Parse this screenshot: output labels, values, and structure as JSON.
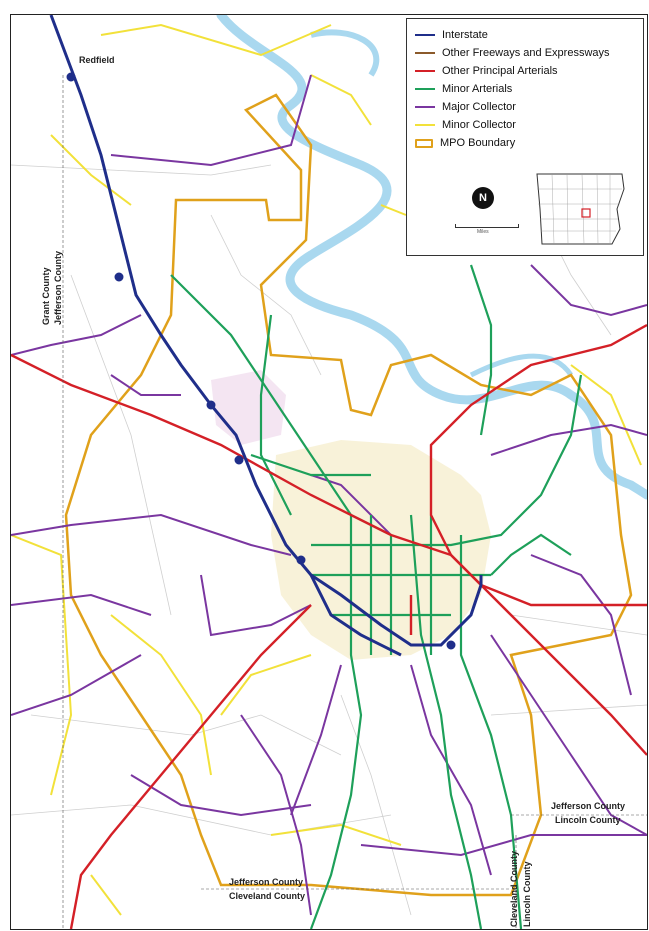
{
  "legend": {
    "items": [
      {
        "label": "Interstate",
        "color": "#1f2e8a",
        "icon": "line-swatch"
      },
      {
        "label": "Other Freeways and Expressways",
        "color": "#8b5a2b",
        "icon": "line-swatch"
      },
      {
        "label": "Other Principal Arterials",
        "color": "#d42027",
        "icon": "line-swatch"
      },
      {
        "label": "Minor Arterials",
        "color": "#1ea05a",
        "icon": "line-swatch"
      },
      {
        "label": "Major Collector",
        "color": "#7a36a0",
        "icon": "line-swatch"
      },
      {
        "label": "Minor Collector",
        "color": "#f2e13a",
        "icon": "line-swatch"
      },
      {
        "label": "MPO Boundary",
        "color": "#e0a11b",
        "icon": "box-swatch"
      }
    ],
    "north_arrow": "N",
    "scale_label": "Miles"
  },
  "labels": {
    "redfield": "Redfield",
    "grant_county": "Grant County",
    "jefferson_county_west": "Jefferson County",
    "jefferson_county_se": "Jefferson County",
    "lincoln_county_se": "Lincoln County",
    "jefferson_county_south": "Jefferson County",
    "cleveland_county_south": "Cleveland County",
    "cleveland_county_east": "Cleveland County",
    "lincoln_county_east": "Lincoln County"
  },
  "colors": {
    "interstate": "#1f2e8a",
    "principal": "#d42027",
    "minor_arterial": "#1ea05a",
    "major_collector": "#7a36a0",
    "minor_collector": "#f2e13a",
    "mpo": "#e0a11b",
    "river": "#a9d8ef",
    "urban": "#f6efcf"
  }
}
